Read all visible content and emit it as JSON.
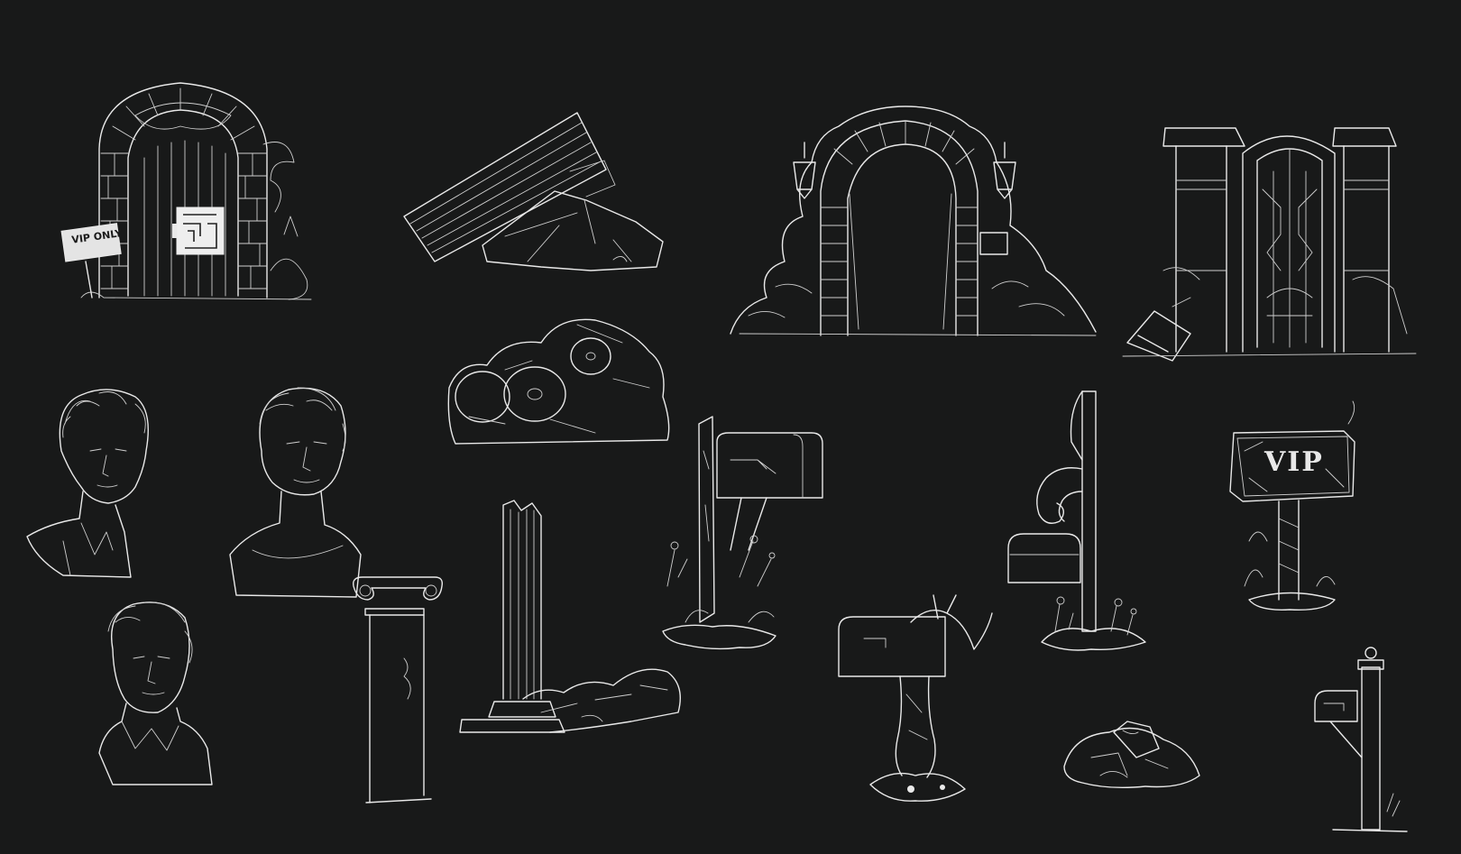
{
  "sketch_sheet": {
    "background": "#181919",
    "line_color": "#e9e9e9",
    "signs": {
      "small_sign_label": "VIP ONLY",
      "large_sign_label": "VIP"
    },
    "items": [
      "brick-arch-door-with-vip-sign",
      "fallen-fluted-column",
      "brick-archway-with-lanterns",
      "ornate-gate-with-columns",
      "column-rubble-pile",
      "curly-hair-man-bust",
      "classical-statue-bust",
      "young-man-bust",
      "ionic-column",
      "broken-fluted-column",
      "mailbox-on-overgrown-post",
      "mailbox-on-ornate-lamp-post",
      "vip-sign-post",
      "mailbox-on-tree",
      "rock-pile",
      "simple-mailbox-post"
    ]
  }
}
